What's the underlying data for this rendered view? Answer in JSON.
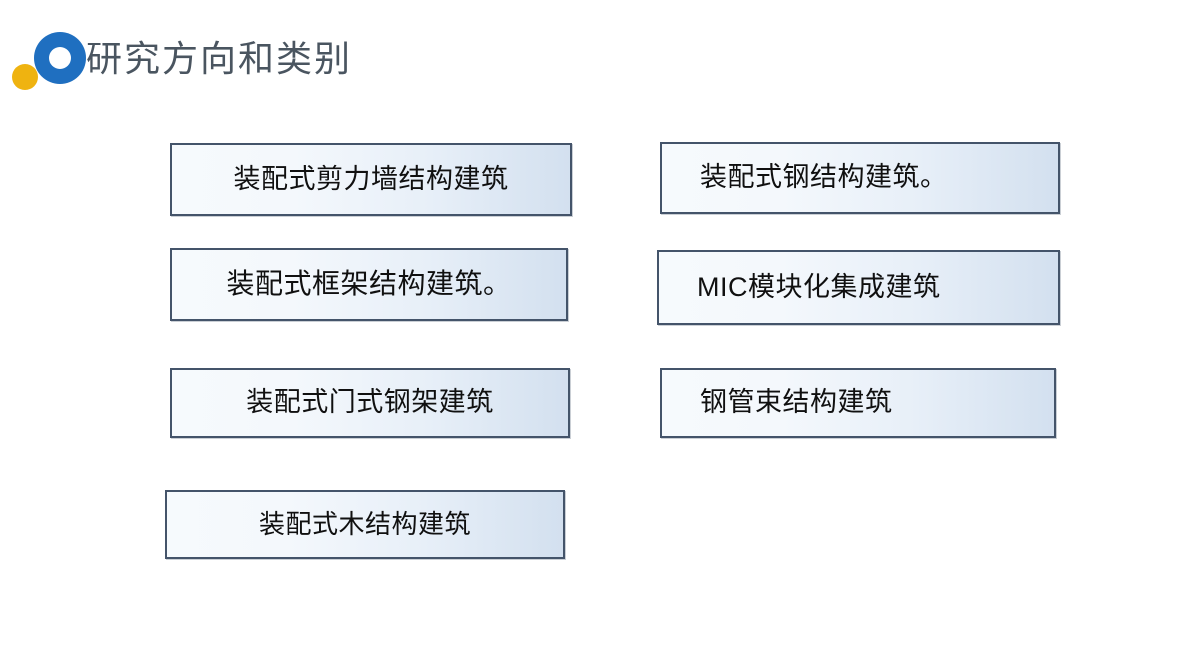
{
  "header": {
    "title": "研究方向和类别",
    "logo": {
      "ring_icon": "ring-circle-icon",
      "dot_icon": "dot-circle-icon",
      "ring_color": "#1F6FC0",
      "dot_color": "#EFB310"
    }
  },
  "theme": {
    "background": "#FFFFFF",
    "title_color": "#4A5560",
    "box_border": "#44546A",
    "box_fill_start": "#F6FAFD",
    "box_fill_end": "#D3E0EF",
    "box_text_color": "#101010"
  },
  "content": {
    "left_column": [
      {
        "label": "装配式剪力墙结构建筑"
      },
      {
        "label": "装配式框架结构建筑。"
      },
      {
        "label": "装配式门式钢架建筑"
      },
      {
        "label": "装配式木结构建筑"
      }
    ],
    "right_column": [
      {
        "label": "装配式钢结构建筑。"
      },
      {
        "label": "MIC模块化集成建筑"
      },
      {
        "label": "钢管束结构建筑"
      }
    ]
  }
}
